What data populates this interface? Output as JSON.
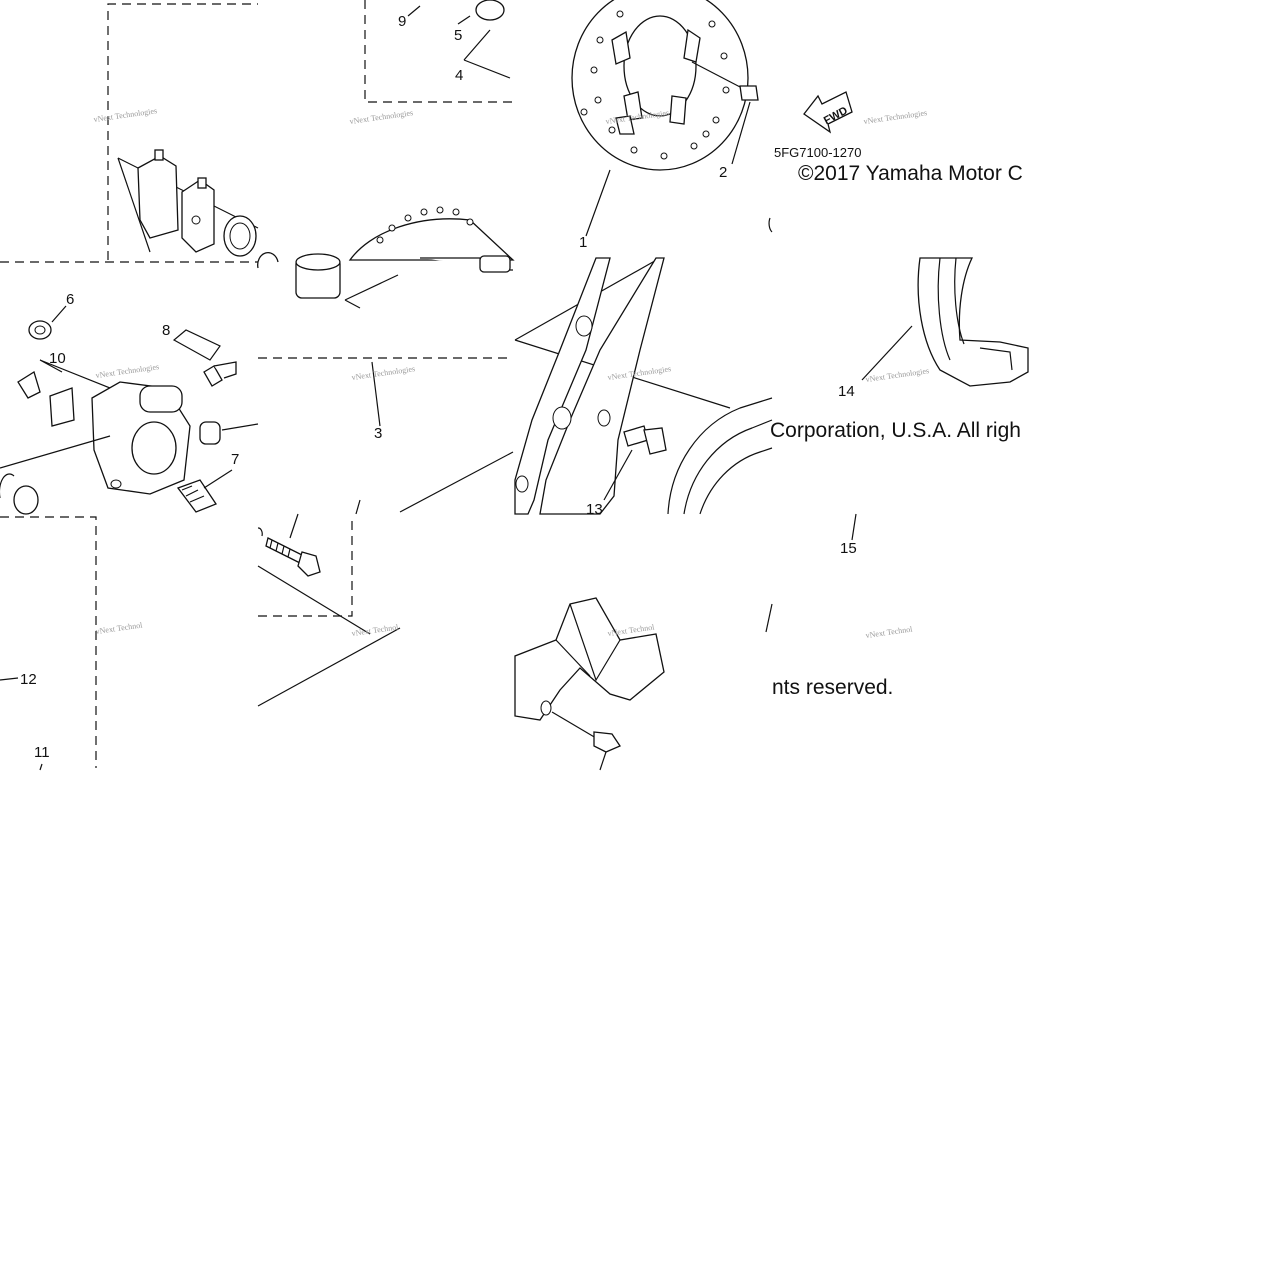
{
  "diagram": {
    "part_code": "5FG7100-1270",
    "copyright_line1": "©2017 Yamaha Motor C",
    "copyright_line2": "Corporation, U.S.A. All righ",
    "copyright_line3": "nts reserved.",
    "fwd_label": "FWD",
    "watermark": "vNext Technologies",
    "watermark_short": "vNext Technol",
    "callouts": [
      "1",
      "2",
      "3",
      "4",
      "5",
      "6",
      "7",
      "8",
      "9",
      "10",
      "11",
      "12",
      "13",
      "14",
      "15"
    ]
  }
}
